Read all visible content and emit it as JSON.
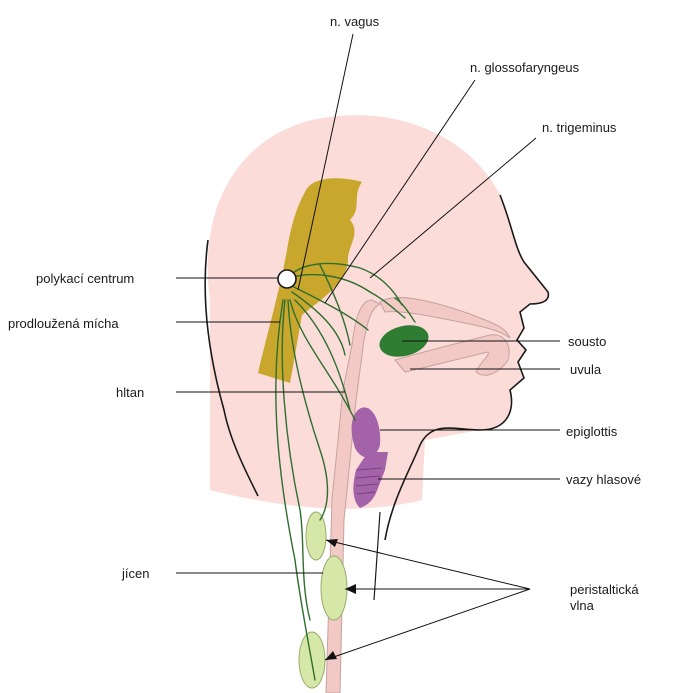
{
  "labels": {
    "vagus": "n. vagus",
    "glossopharyngeus": "n. glossofaryngeus",
    "trigeminus": "n. trigeminus",
    "swallowing_center": "polykací centrum",
    "medulla": "prodloužená mícha",
    "pharynx": "hltan",
    "esophagus": "jícen",
    "bolus": "sousto",
    "uvula": "uvula",
    "epiglottis": "epiglottis",
    "vocal_cords": "vazy hlasové",
    "peristalsis_line1": "peristaltická",
    "peristalsis_line2": "vlna"
  },
  "colors": {
    "skin": "#fbdcd9",
    "medulla": "#c9a62c",
    "nerve": "#2e6e2e",
    "bolus": "#2f7d32",
    "epiglottis": "#a463a8",
    "peristalsis": "#d6e8a8",
    "passage": "#f3c9c5",
    "outline": "#1a1a1a"
  }
}
